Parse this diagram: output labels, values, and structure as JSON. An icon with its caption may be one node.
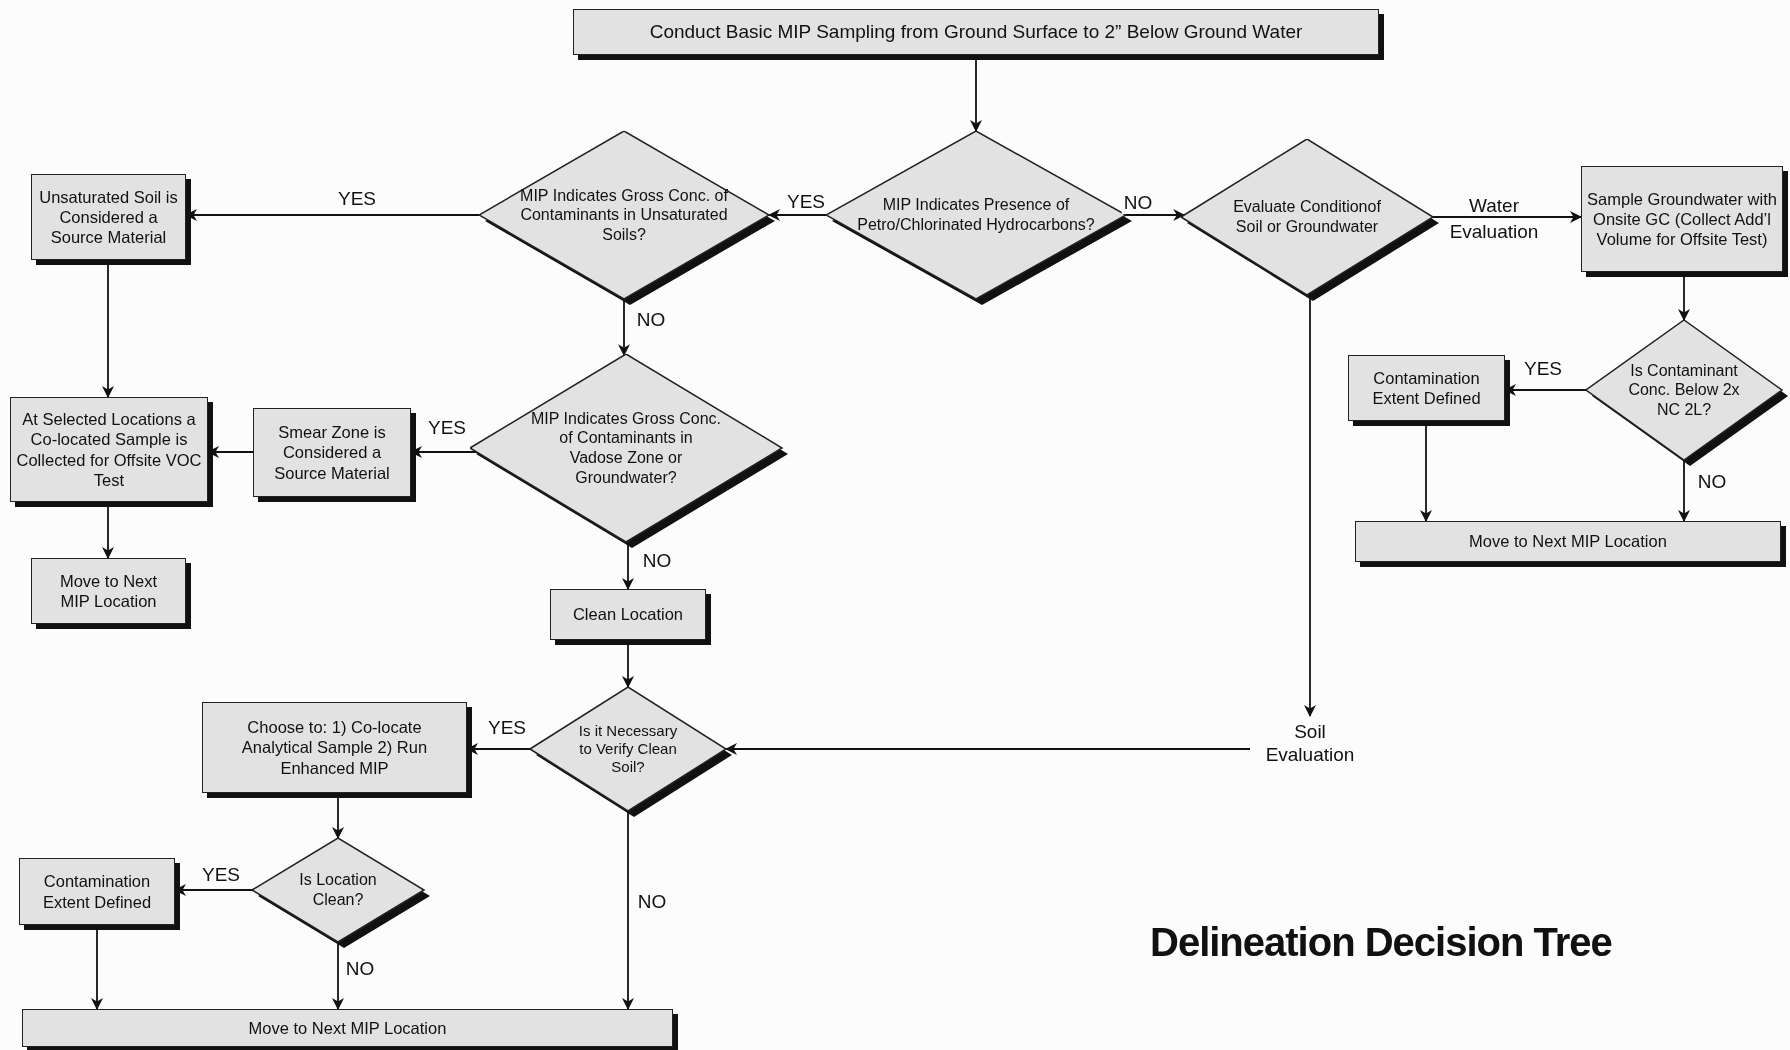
{
  "diagram": {
    "title": "Delineation Decision Tree",
    "nodes": [
      {
        "text": [
          "Conduct Basic MIP Sampling from Ground Surface to 2” Below Ground Water"
        ]
      },
      {
        "text": [
          "MIP Indicates Presence of Petro/Chlorinated Hydrocarbons?"
        ]
      },
      {
        "text": [
          "MIP Indicates Gross Conc. of Contaminants in Unsaturated Soils?"
        ]
      },
      {
        "text": [
          "Unsaturated Soil is Considered a Source Material"
        ]
      },
      {
        "text": [
          "Evaluate Conditionof Soil or Groundwater"
        ]
      },
      {
        "text": [
          "Sample Groundwater with Onsite GC (Collect Add’l Volume for Offsite Test)"
        ]
      },
      {
        "text": [
          "Is Contaminant Conc. Below 2x NC 2L?"
        ]
      },
      {
        "text": [
          "Contamination Extent Defined"
        ]
      },
      {
        "text": [
          "Move to Next MIP Location"
        ]
      },
      {
        "text": [
          "MIP Indicates Gross Conc. of Contaminants in Vadose Zone or Groundwater?"
        ]
      },
      {
        "text": [
          "Smear Zone is Considered a Source Material"
        ]
      },
      {
        "text": [
          "At Selected Locations a Co-located Sample is Collected for Offsite VOC Test"
        ]
      },
      {
        "text": [
          "Move to Next MIP Location"
        ]
      },
      {
        "text": [
          "Clean Location"
        ]
      },
      {
        "text": [
          "Is it Necessary to Verify Clean Soil?"
        ]
      },
      {
        "text": [
          "Soil Evaluation"
        ]
      },
      {
        "text": [
          "Choose to: 1) Co-locate Analytical Sample 2) Run Enhanced MIP"
        ]
      },
      {
        "text": [
          "Is Location Clean?"
        ]
      },
      {
        "text": [
          "Contamination Extent Defined"
        ]
      },
      {
        "text": [
          "Move to Next MIP Location"
        ]
      }
    ],
    "edges": [
      {
        "from": 0,
        "to": 1,
        "arrow": "to"
      },
      {
        "from": 1,
        "to": 2,
        "arrow": "to",
        "label": "YES"
      },
      {
        "from": 1,
        "to": 4,
        "arrow": "to",
        "label": "NO"
      },
      {
        "from": 2,
        "to": 3,
        "arrow": "to",
        "label": "YES"
      },
      {
        "from": 2,
        "to": 9,
        "arrow": "to",
        "label": "NO"
      },
      {
        "from": 3,
        "to": 11,
        "arrow": "to"
      },
      {
        "from": 9,
        "to": 10,
        "arrow": "to",
        "label": "YES"
      },
      {
        "from": 10,
        "to": 11,
        "arrow": "to"
      },
      {
        "from": 11,
        "to": 12,
        "arrow": "to"
      },
      {
        "from": 9,
        "to": 13,
        "arrow": "to",
        "label": "NO"
      },
      {
        "from": 13,
        "to": 14,
        "arrow": "to"
      },
      {
        "from": 4,
        "to": 5,
        "arrow": "to",
        "label": "Water Evaluation"
      },
      {
        "from": 5,
        "to": 6,
        "arrow": "to"
      },
      {
        "from": 6,
        "to": 7,
        "arrow": "to",
        "label": "YES"
      },
      {
        "from": 6,
        "to": 8,
        "arrow": "to",
        "label": "NO"
      },
      {
        "from": 7,
        "to": 8,
        "arrow": "to"
      },
      {
        "from": 4,
        "to": 15,
        "arrow": "to"
      },
      {
        "from": 15,
        "to": 14,
        "arrow": "to"
      },
      {
        "from": 14,
        "to": 16,
        "arrow": "to",
        "label": "YES"
      },
      {
        "from": 14,
        "to": 19,
        "arrow": "to",
        "label": "NO"
      },
      {
        "from": 16,
        "to": 17,
        "arrow": "to"
      },
      {
        "from": 17,
        "to": 18,
        "arrow": "to",
        "label": "YES"
      },
      {
        "from": 17,
        "to": 19,
        "arrow": "to",
        "label": "NO"
      },
      {
        "from": 18,
        "to": 19,
        "arrow": "to"
      }
    ]
  }
}
